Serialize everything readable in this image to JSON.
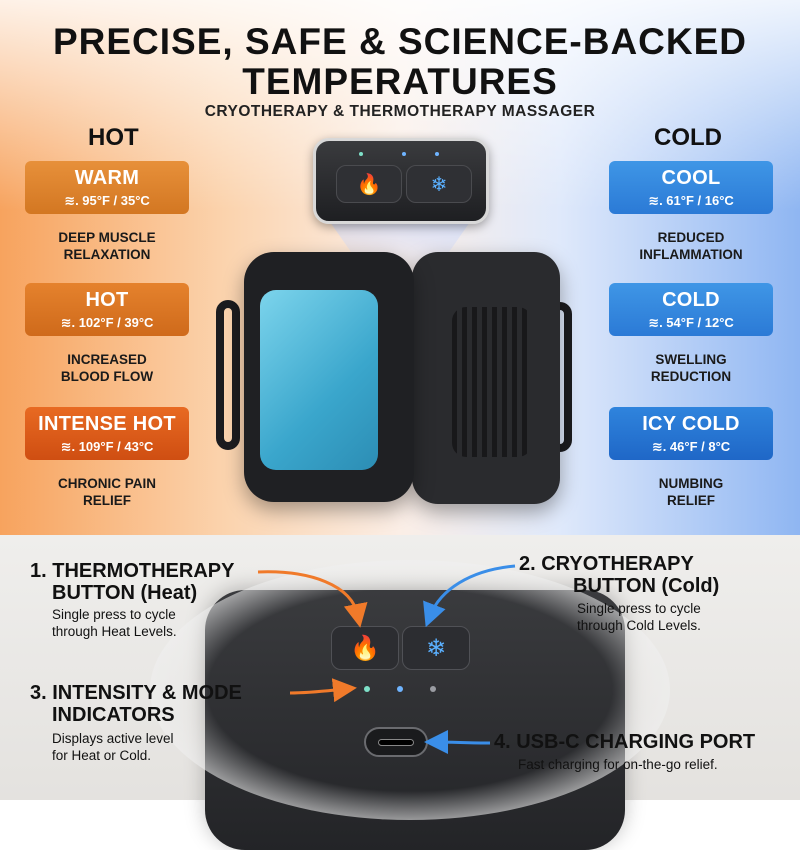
{
  "header": {
    "title_line1": "PRECISE, SAFE & SCIENCE-BACKED",
    "title_line2": "TEMPERATURES",
    "subtitle": "CRYOTHERAPY & THERMOTHERAPY MASSAGER"
  },
  "hot": {
    "heading": "HOT",
    "levels": [
      {
        "name": "WARM",
        "temp": "≋. 95°F / 35°C",
        "benefit_line1": "DEEP MUSCLE",
        "benefit_line2": "RELAXATION"
      },
      {
        "name": "HOT",
        "temp": "≋. 102°F / 39°C",
        "benefit_line1": "INCREASED",
        "benefit_line2": "BLOOD FLOW"
      },
      {
        "name": "INTENSE HOT",
        "temp": "≋. 109°F / 43°C",
        "benefit_line1": "CHRONIC PAIN",
        "benefit_line2": "RELIEF"
      }
    ]
  },
  "cold": {
    "heading": "COLD",
    "levels": [
      {
        "name": "COOL",
        "temp": "≋. 61°F / 16°C",
        "benefit_line1": "REDUCED",
        "benefit_line2": "INFLAMMATION"
      },
      {
        "name": "COLD",
        "temp": "≋. 54°F / 12°C",
        "benefit_line1": "SWELLING",
        "benefit_line2": "REDUCTION"
      },
      {
        "name": "ICY COLD",
        "temp": "≋. 46°F / 8°C",
        "benefit_line1": "NUMBING",
        "benefit_line2": "RELIEF"
      }
    ]
  },
  "callouts": {
    "c1_title_line1": "1. THERMOTHERAPY",
    "c1_title_line2": "BUTTON (Heat)",
    "c1_desc_line1": "Single press to cycle",
    "c1_desc_line2": "through Heat Levels.",
    "c2_title_line1": "2. CRYOTHERAPY",
    "c2_title_line2": "BUTTON (Cold)",
    "c2_desc_line1": "Single press to cycle",
    "c2_desc_line2": "through Cold Levels.",
    "c3_title_line1": "3. INTENSITY & MODE",
    "c3_title_line2": "INDICATORS",
    "c3_desc_line1": "Displays active level",
    "c3_desc_line2": "for Heat or Cold.",
    "c4_title": "4. USB-C CHARGING PORT",
    "c4_desc": "Fast charging for on-the-go relief."
  },
  "icons": {
    "heat": "flame-icon",
    "cold": "snowflake-icon",
    "heat_glyph": "🔥",
    "cold_glyph": "❄"
  },
  "colors": {
    "heat_arrow": "#f07a2a",
    "cold_arrow": "#3a8ee8",
    "led_green": "#7ee0c8",
    "led_blue": "#6fb4ff"
  }
}
